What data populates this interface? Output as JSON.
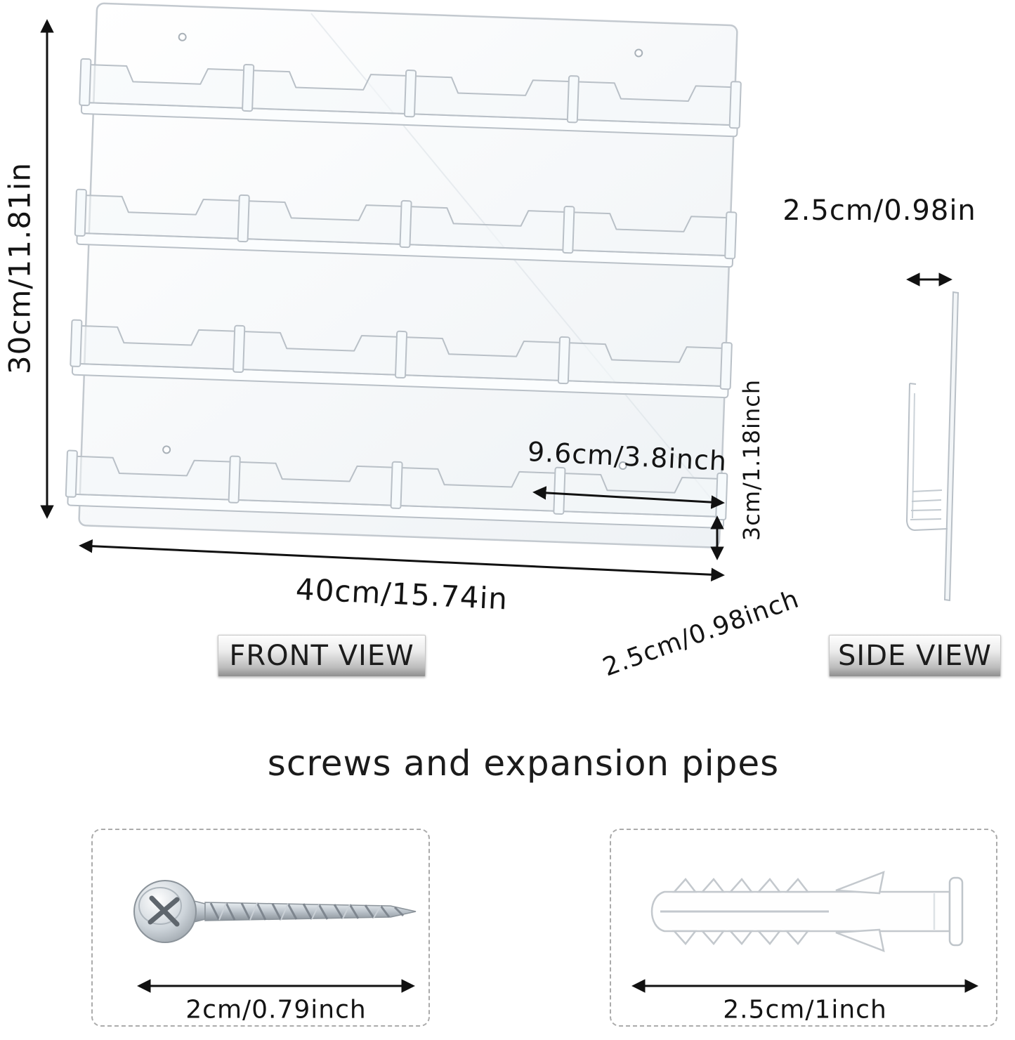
{
  "front_view": {
    "label": "FRONT VIEW",
    "dims": {
      "height": "30cm/11.81in",
      "width": "40cm/15.74in",
      "pocket_width": "9.6cm/3.8inch",
      "pocket_height": "3cm/1.18inch",
      "depth": "2.5cm/0.98inch"
    }
  },
  "side_view": {
    "label": "SIDE VIEW",
    "dims": {
      "thickness": "2.5cm/0.98in"
    }
  },
  "hardware": {
    "title": "screws and expansion pipes",
    "screw": {
      "label": "2cm/0.79inch"
    },
    "expansion_pipe": {
      "label": "2.5cm/1inch"
    }
  }
}
